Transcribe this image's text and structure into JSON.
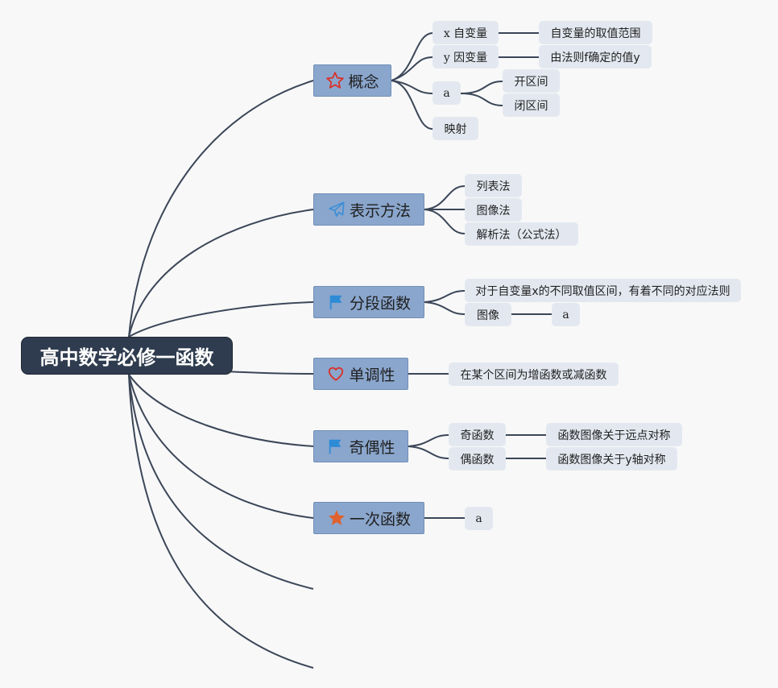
{
  "root": {
    "label": "高中数学必修一函数"
  },
  "branches": [
    {
      "label": "概念",
      "icon": "star-outline-icon",
      "color": "#d9322c",
      "children": [
        {
          "label": "x 自变量",
          "children": [
            {
              "label": "自变量的取值范围"
            }
          ]
        },
        {
          "label": "y 因变量",
          "children": [
            {
              "label": "由法则f确定的值y"
            }
          ]
        },
        {
          "label": "a",
          "children": [
            {
              "label": "开区间"
            },
            {
              "label": "闭区间"
            }
          ]
        },
        {
          "label": "映射"
        }
      ]
    },
    {
      "label": "表示方法",
      "icon": "paper-plane-icon",
      "color": "#3a8ed8",
      "children": [
        {
          "label": "列表法"
        },
        {
          "label": "图像法"
        },
        {
          "label": "解析法（公式法）"
        }
      ]
    },
    {
      "label": "分段函数",
      "icon": "flag-icon",
      "color": "#2e8bd6",
      "children": [
        {
          "label": "对于自变量x的不同取值区间，有着不同的对应法则"
        },
        {
          "label": "图像",
          "children": [
            {
              "label": "a"
            }
          ]
        }
      ]
    },
    {
      "label": "单调性",
      "icon": "heart-outline-icon",
      "color": "#d9322c",
      "children": [
        {
          "label": "在某个区间为增函数或减函数"
        }
      ]
    },
    {
      "label": "奇偶性",
      "icon": "flag-icon",
      "color": "#2e8bd6",
      "children": [
        {
          "label": "奇函数",
          "children": [
            {
              "label": "函数图像关于远点对称"
            }
          ]
        },
        {
          "label": "偶函数",
          "children": [
            {
              "label": "函数图像关于y轴对称"
            }
          ]
        }
      ]
    },
    {
      "label": "一次函数",
      "icon": "star-filled-icon",
      "color": "#e0622f",
      "children": [
        {
          "label": "a"
        }
      ]
    }
  ],
  "colors": {
    "line": "#3b4658",
    "root_bg": "#2f3c4f",
    "branch_bg": "#8aa6cc",
    "leaf_bg": "#e3e8f0",
    "background": "#f8f8f8"
  }
}
